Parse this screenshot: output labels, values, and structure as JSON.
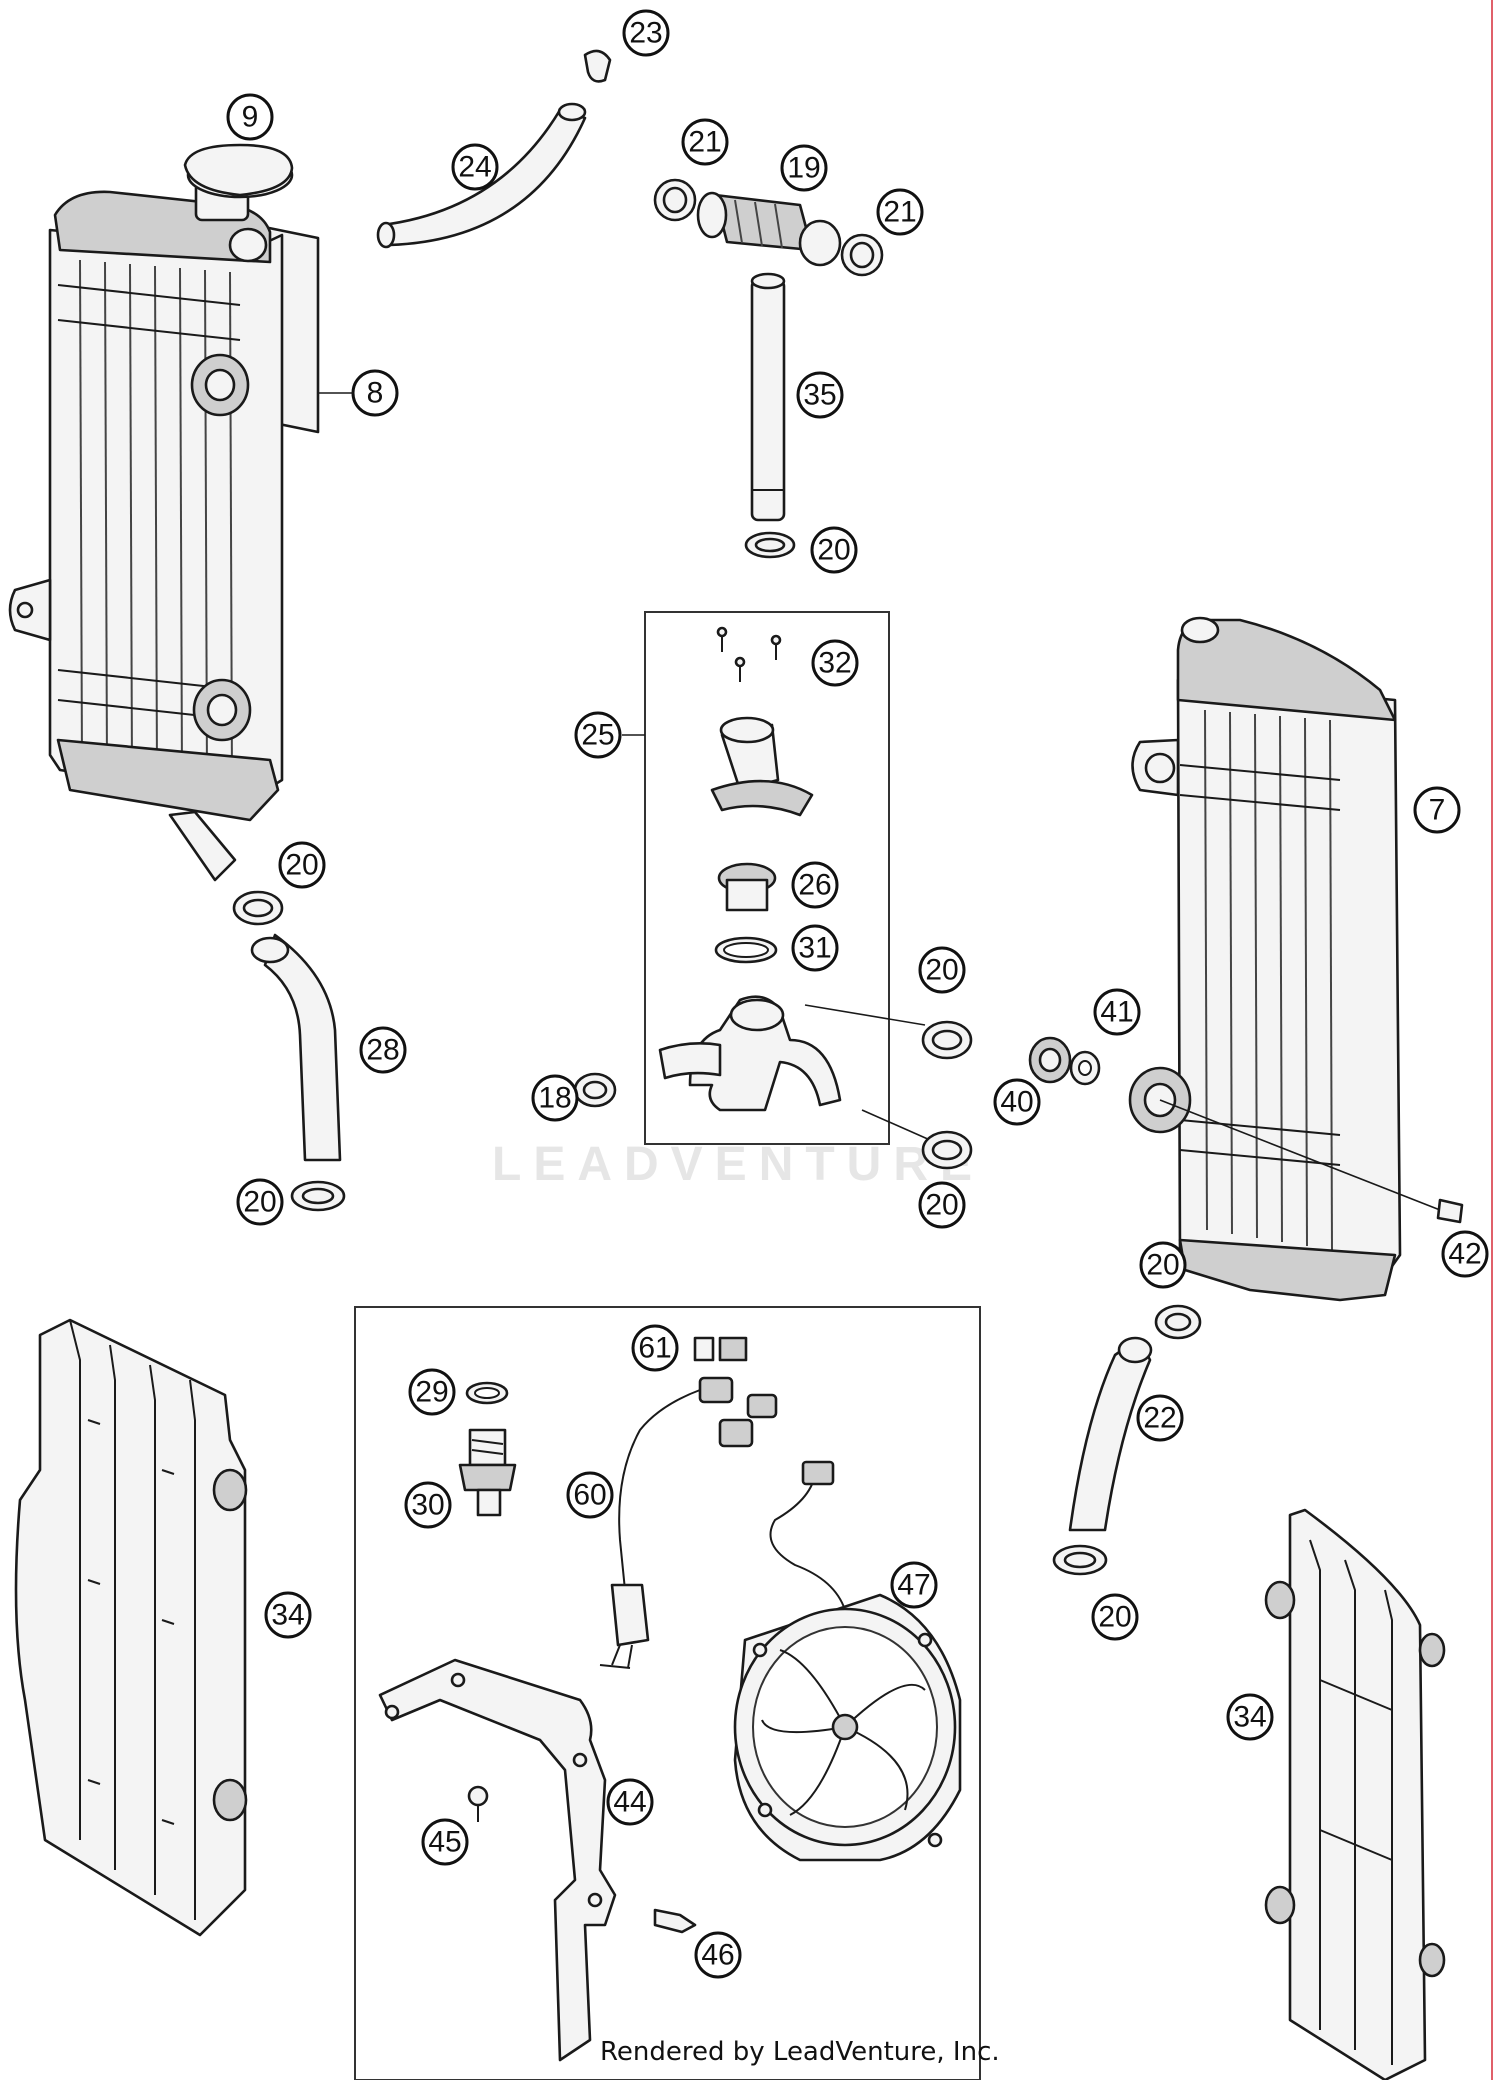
{
  "watermark": "LEADVENTURE",
  "credit": "Rendered by LeadVenture, Inc.",
  "callouts": [
    {
      "id": "c9",
      "label": "9"
    },
    {
      "id": "c23",
      "label": "23"
    },
    {
      "id": "c24",
      "label": "24"
    },
    {
      "id": "c21a",
      "label": "21"
    },
    {
      "id": "c19",
      "label": "19"
    },
    {
      "id": "c21b",
      "label": "21"
    },
    {
      "id": "c8",
      "label": "8"
    },
    {
      "id": "c35",
      "label": "35"
    },
    {
      "id": "c20a",
      "label": "20"
    },
    {
      "id": "c32",
      "label": "32"
    },
    {
      "id": "c25",
      "label": "25"
    },
    {
      "id": "c7",
      "label": "7"
    },
    {
      "id": "c20b",
      "label": "20"
    },
    {
      "id": "c26",
      "label": "26"
    },
    {
      "id": "c31",
      "label": "31"
    },
    {
      "id": "c20c",
      "label": "20"
    },
    {
      "id": "c41",
      "label": "41"
    },
    {
      "id": "c28",
      "label": "28"
    },
    {
      "id": "c18",
      "label": "18"
    },
    {
      "id": "c40",
      "label": "40"
    },
    {
      "id": "c20d",
      "label": "20"
    },
    {
      "id": "c20e",
      "label": "20"
    },
    {
      "id": "c42",
      "label": "42"
    },
    {
      "id": "c20f",
      "label": "20"
    },
    {
      "id": "c61",
      "label": "61"
    },
    {
      "id": "c29",
      "label": "29"
    },
    {
      "id": "c22",
      "label": "22"
    },
    {
      "id": "c30",
      "label": "30"
    },
    {
      "id": "c60",
      "label": "60"
    },
    {
      "id": "c47",
      "label": "47"
    },
    {
      "id": "c34a",
      "label": "34"
    },
    {
      "id": "c20g",
      "label": "20"
    },
    {
      "id": "c34b",
      "label": "34"
    },
    {
      "id": "c44",
      "label": "44"
    },
    {
      "id": "c45",
      "label": "45"
    },
    {
      "id": "c46",
      "label": "46"
    }
  ]
}
